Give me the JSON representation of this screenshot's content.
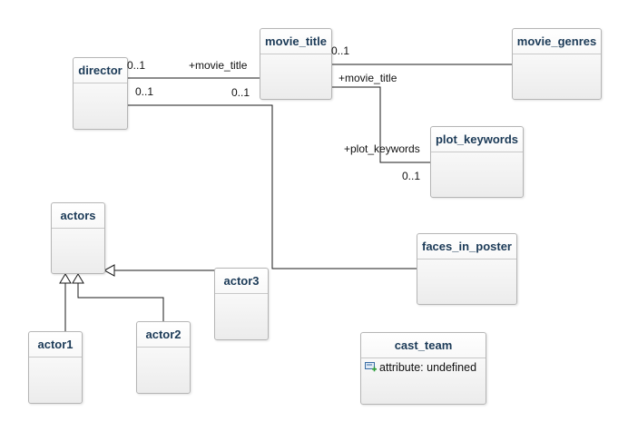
{
  "classes": {
    "director": "director",
    "movie_title": "movie_title",
    "movie_genres": "movie_genres",
    "plot_keywords": "plot_keywords",
    "actors": "actors",
    "faces_in_poster": "faces_in_poster",
    "actor3": "actor3",
    "actor1": "actor1",
    "actor2": "actor2",
    "cast_team": "cast_team",
    "cast_team_attribute": "attribute: undefined"
  },
  "labels": {
    "director_movie_mult": "0..1",
    "director_movie_role": "+movie_title",
    "director_faces_mult": "0..1",
    "faces_director_mult": "0..1",
    "movie_genres_mult": "0..1",
    "genres_movie_role": "+movie_title",
    "plot_keywords_role": "+plot_keywords",
    "plot_keywords_mult": "0..1"
  },
  "icons": {
    "attribute": "attribute-add-icon"
  }
}
